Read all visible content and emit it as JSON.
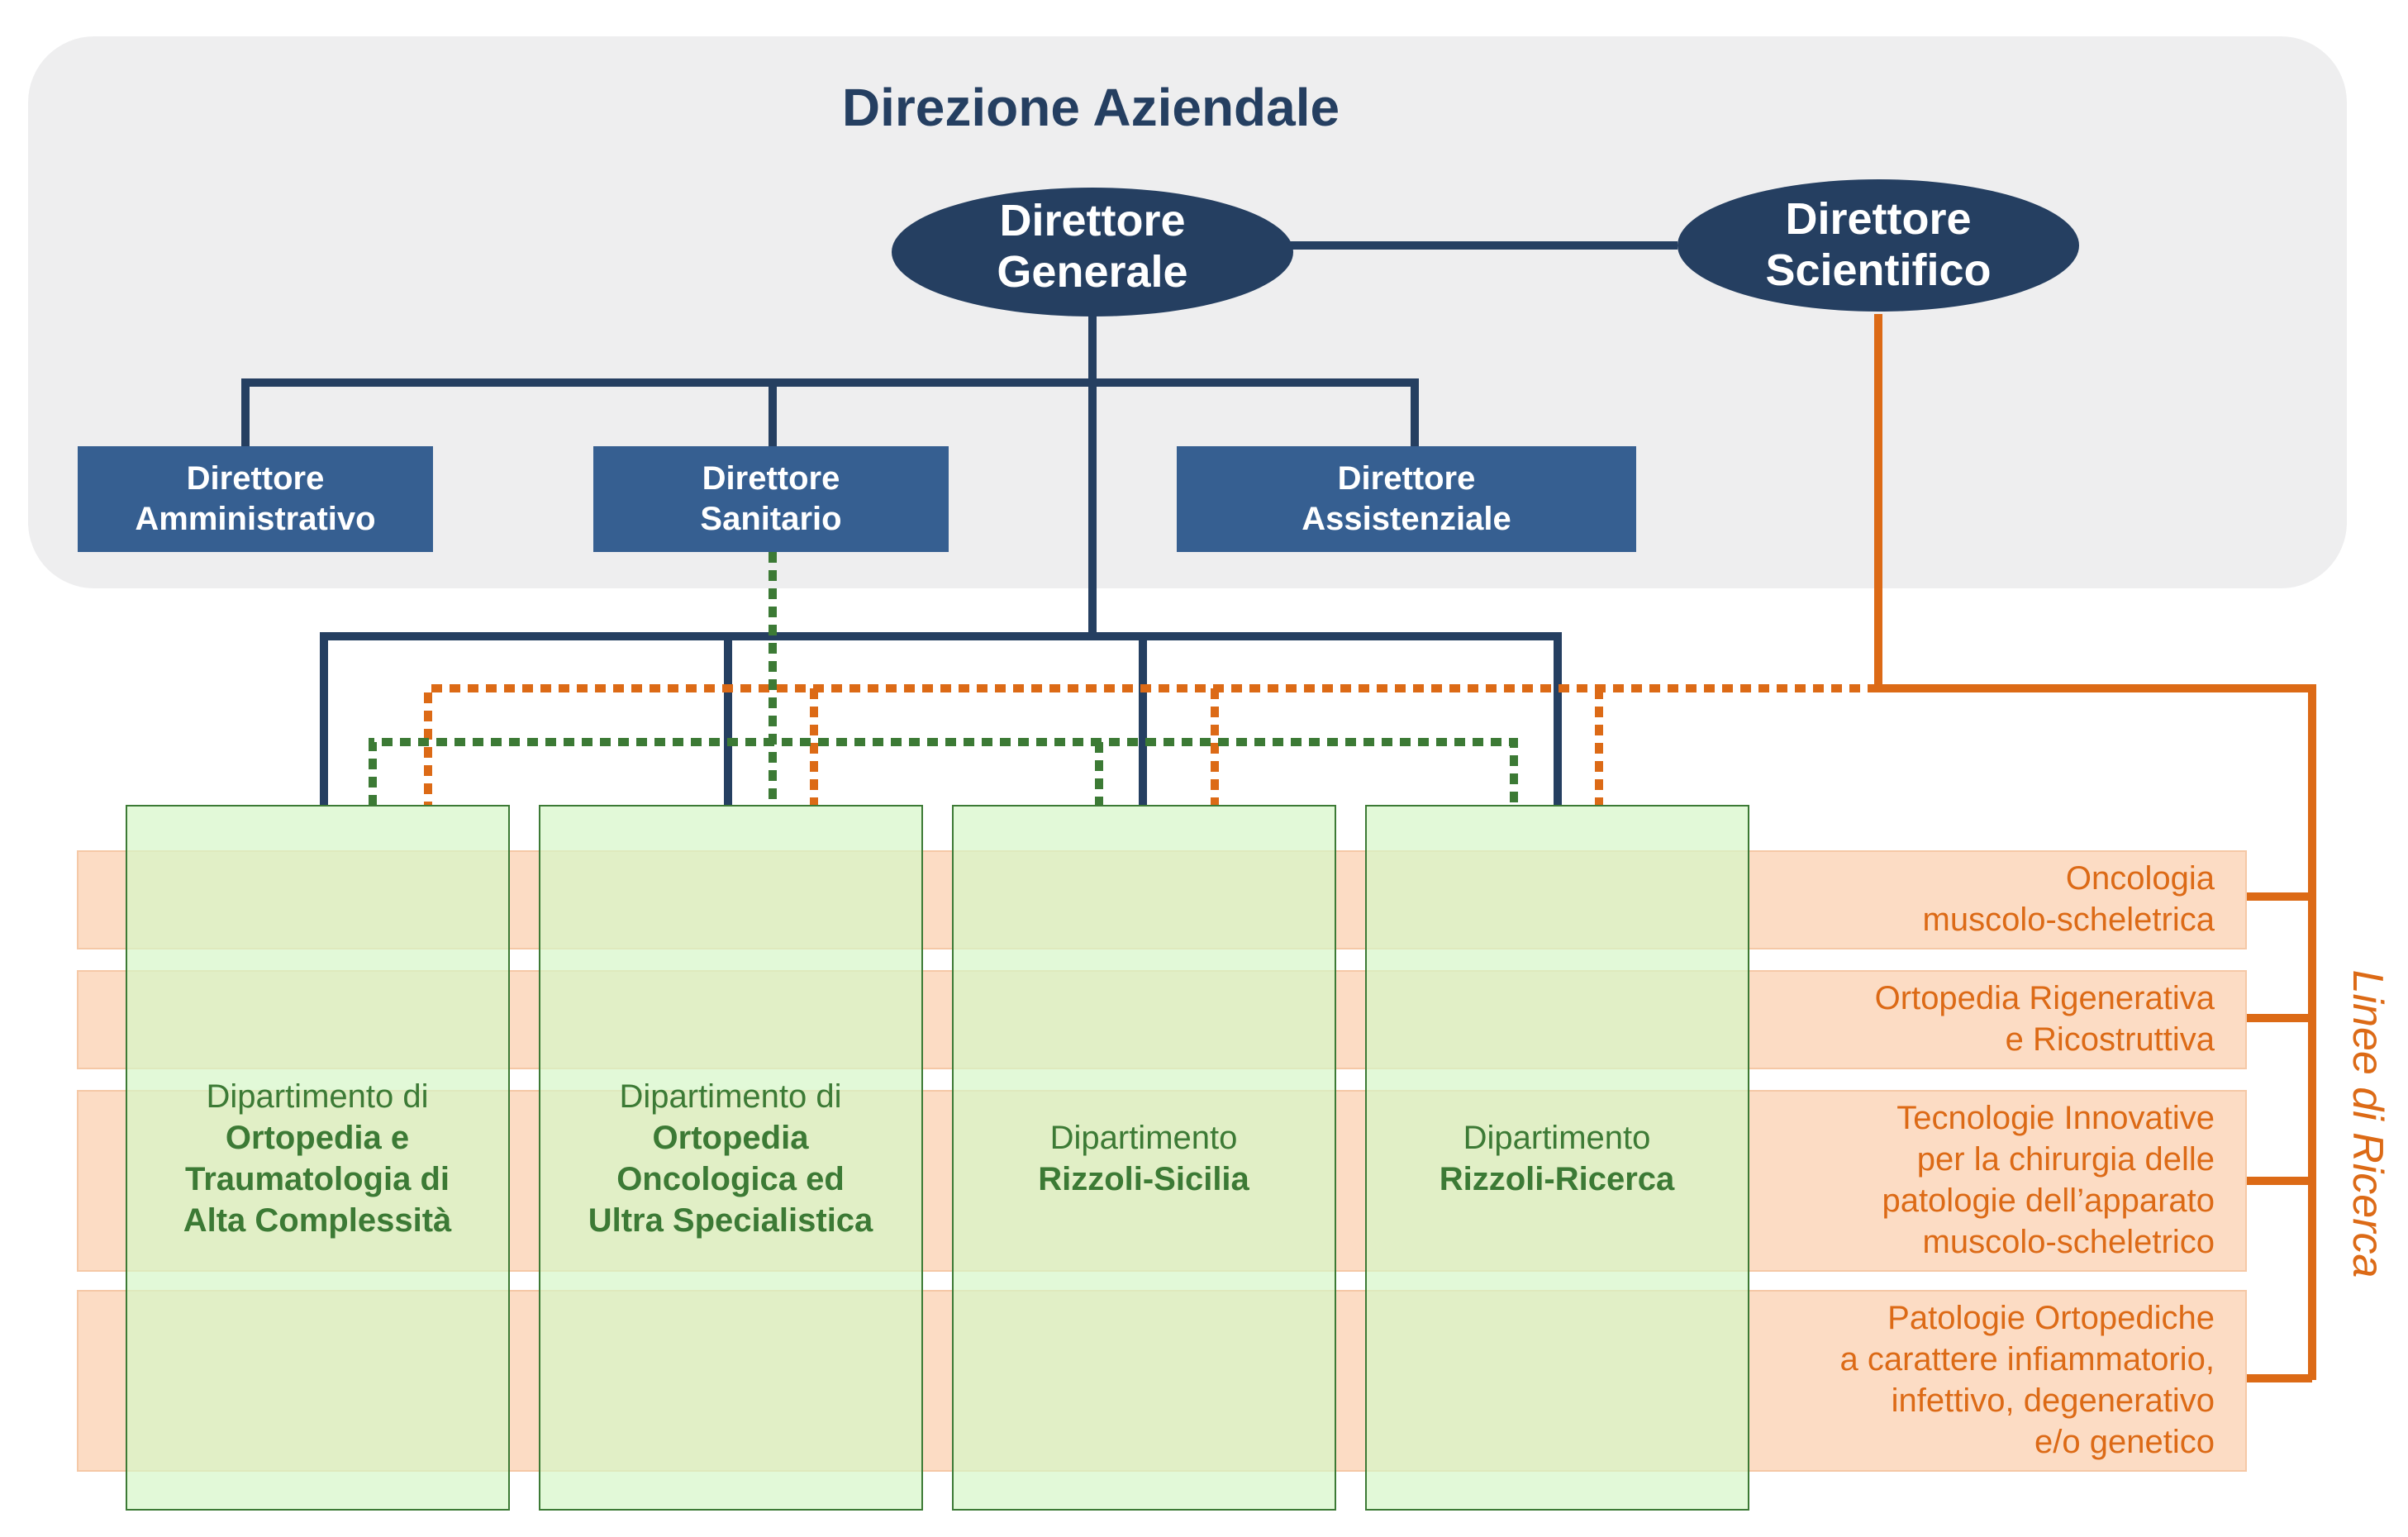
{
  "header": {
    "title": "Direzione Aziendale"
  },
  "top_roles": {
    "generale": [
      "Direttore",
      "Generale"
    ],
    "scientifico": [
      "Direttore",
      "Scientifico"
    ]
  },
  "directors": {
    "amministrativo": [
      "Direttore",
      "Amministrativo"
    ],
    "sanitario": [
      "Direttore",
      "Sanitario"
    ],
    "assistenziale": [
      "Direttore",
      "Assistenziale"
    ]
  },
  "departments": [
    {
      "prefix": "Dipartimento di",
      "name": [
        "Ortopedia e",
        "Traumatologia di",
        "Alta Complessità"
      ]
    },
    {
      "prefix": "Dipartimento di",
      "name": [
        "Ortopedia",
        "Oncologica ed",
        "Ultra Specialistica"
      ]
    },
    {
      "prefix": "Dipartimento",
      "name": [
        "Rizzoli-Sicilia"
      ]
    },
    {
      "prefix": "Dipartimento",
      "name": [
        "Rizzoli-Ricerca"
      ]
    }
  ],
  "research": {
    "label": "Linee di Ricerca",
    "lines": [
      [
        "Oncologia",
        "muscolo-scheletrica"
      ],
      [
        "Ortopedia Rigenerativa",
        "e Ricostruttiva"
      ],
      [
        "Tecnologie Innovative",
        "per la chirurgia delle",
        "patologie dell’apparato",
        "muscolo-scheletrico"
      ],
      [
        "Patologie Ortopediche",
        "a carattere infiammatorio,",
        "infettivo, degenerativo",
        "e/o genetico"
      ]
    ]
  },
  "colors": {
    "navy": "#253f61",
    "blue": "#365f91",
    "panel": "#eeeeef",
    "green_fill": "#e3f2d3",
    "green_stroke": "#3c7a35",
    "orange": "#dc6a16",
    "peach": "#fcdcc4"
  }
}
